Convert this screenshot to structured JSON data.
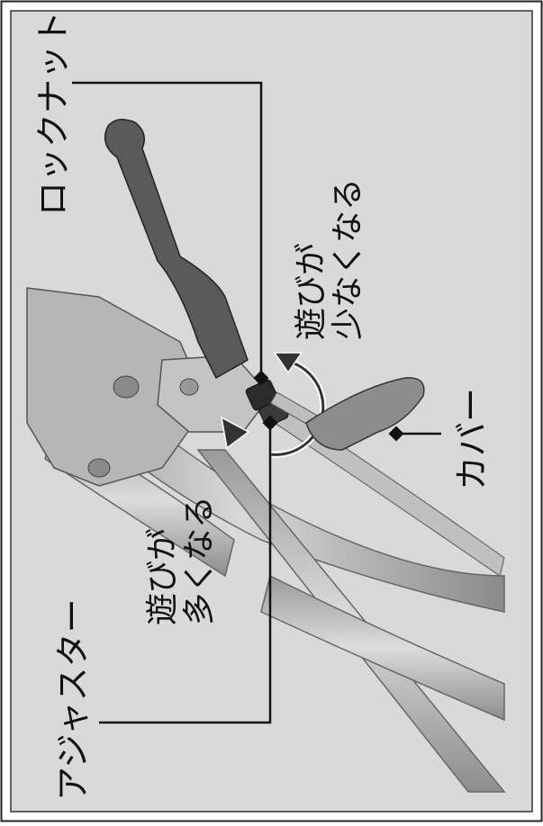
{
  "labels": {
    "lock_nut": "ロックナット",
    "less_play_line1": "遊びが",
    "less_play_line2": "少なくなる",
    "more_play_line1": "遊びが",
    "more_play_line2": "多くなる",
    "cover": "カバー",
    "adjuster": "アジャスター"
  }
}
